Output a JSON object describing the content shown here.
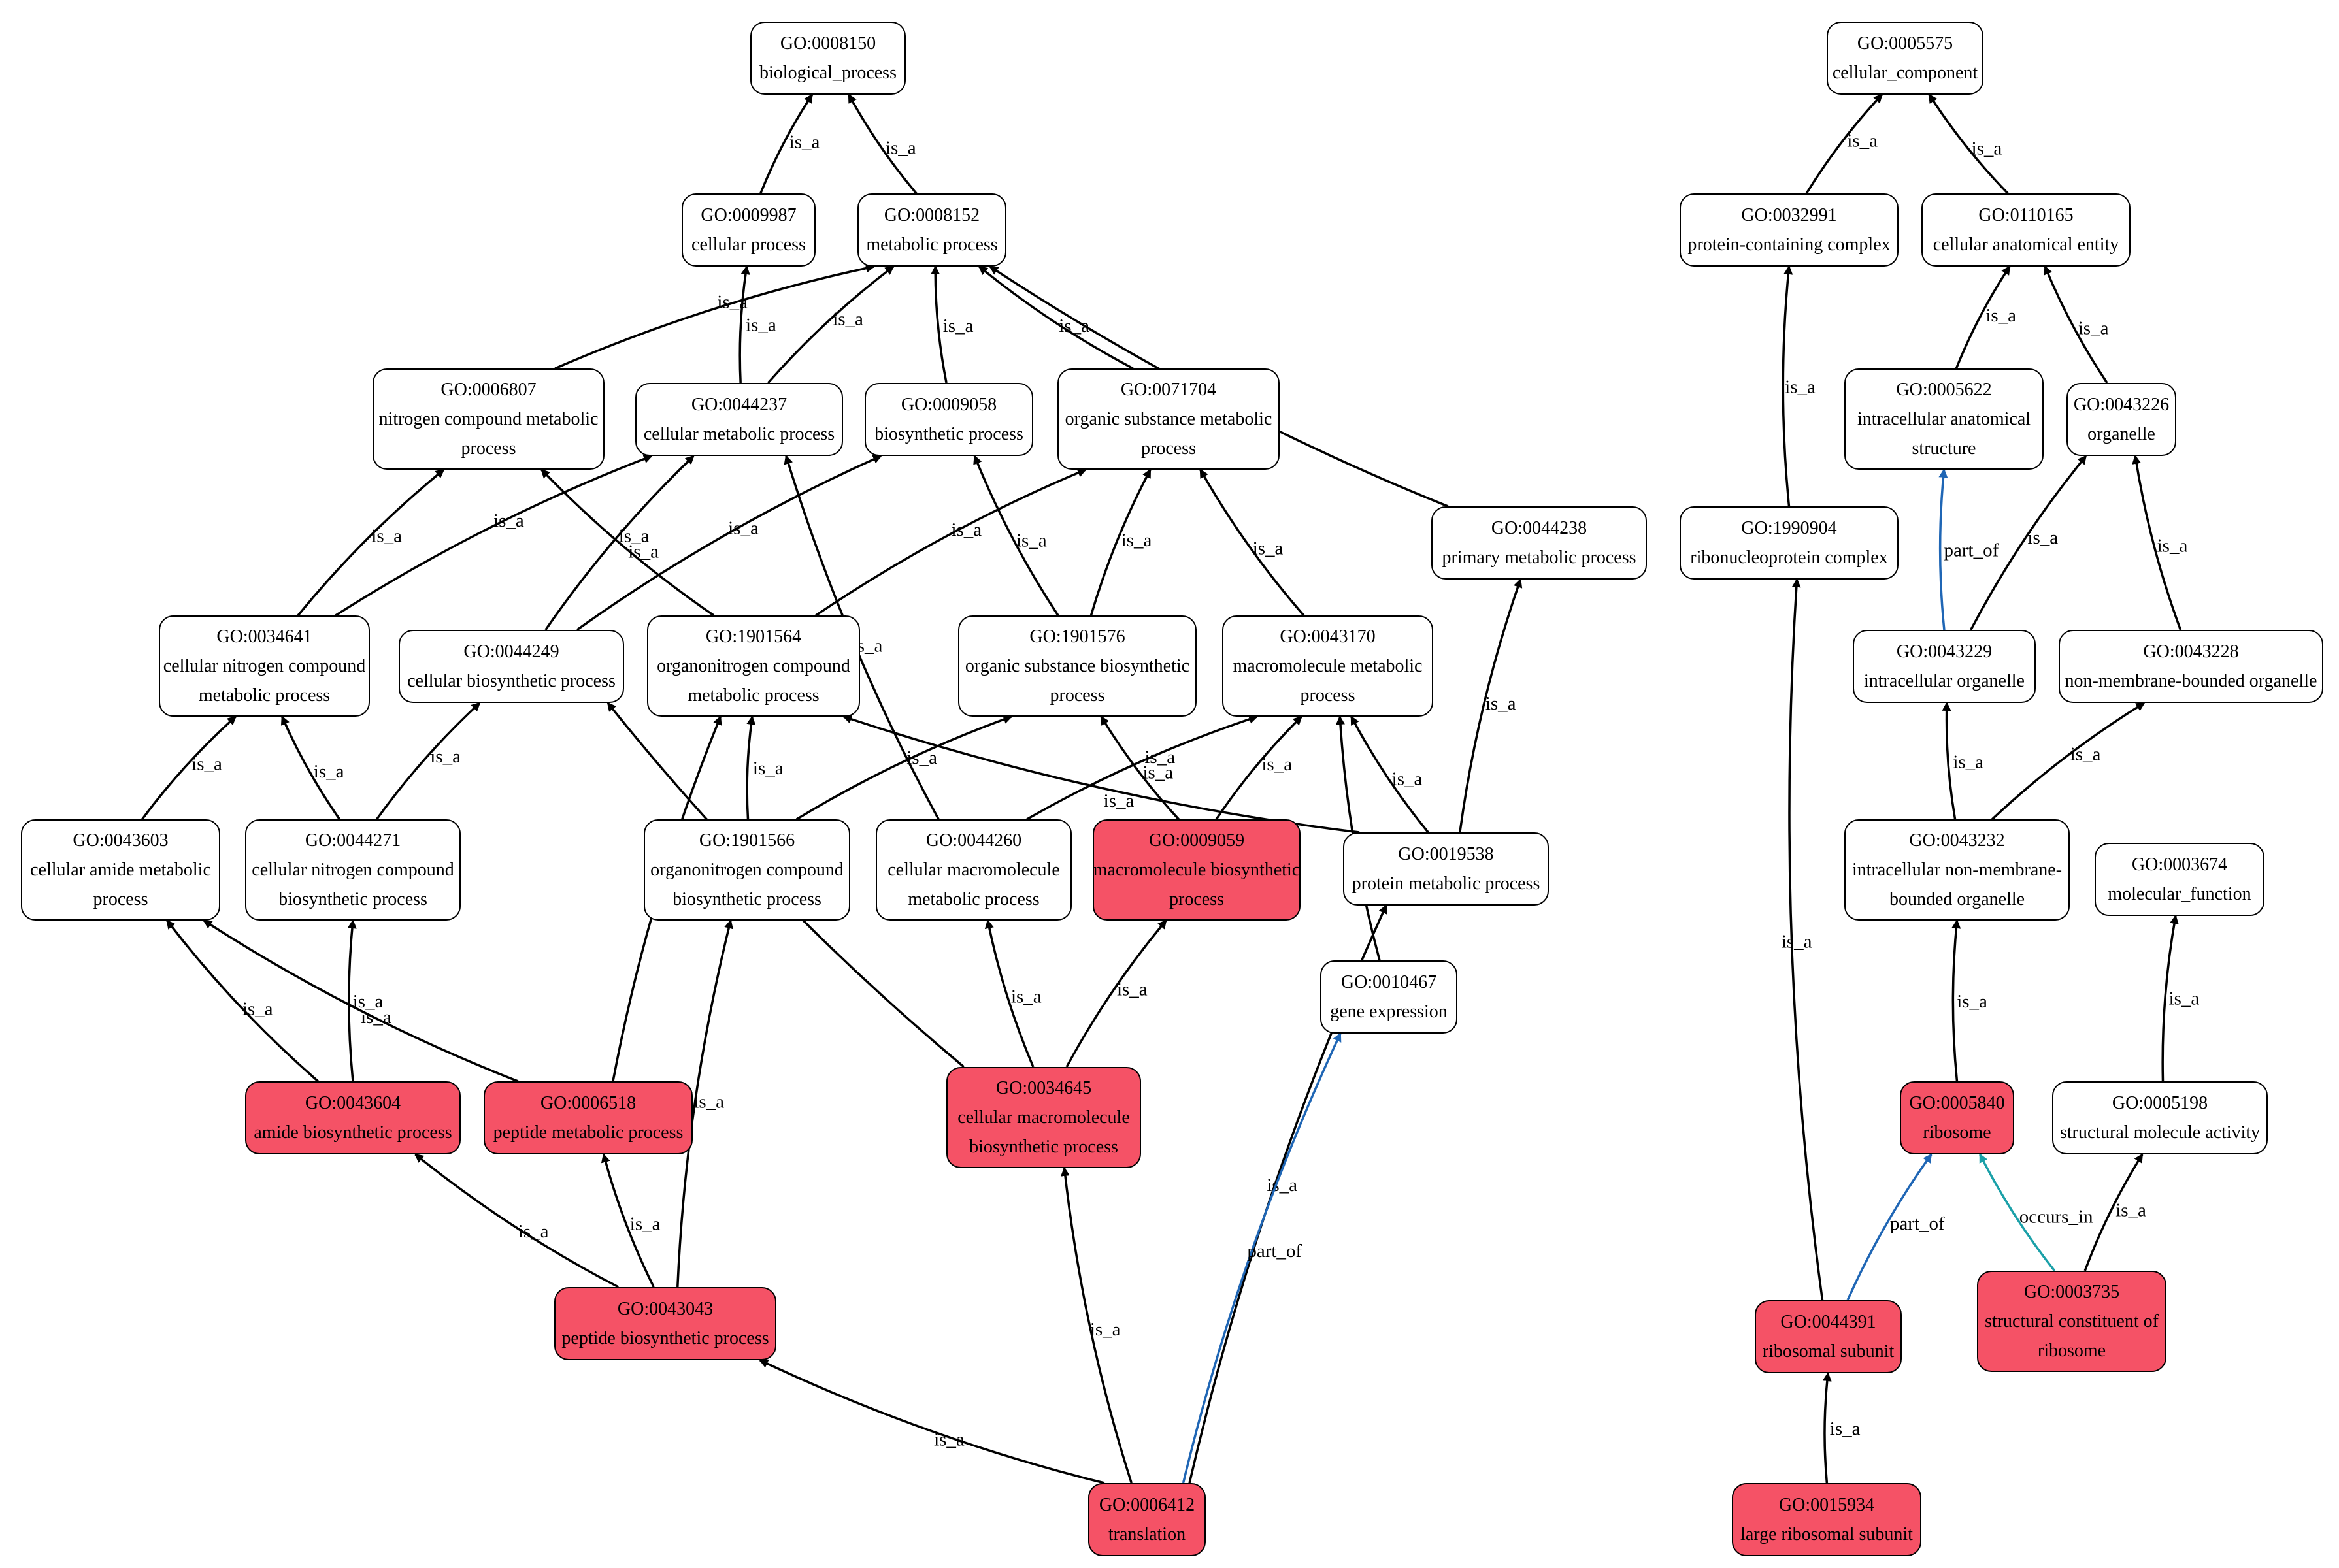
{
  "colors": {
    "highlight": "#f55266",
    "is_a": "#000000",
    "part_of": "#1f66b5",
    "occurs_in": "#1aa0a8"
  },
  "nodes": {
    "n8150": {
      "id": "GO:0008150",
      "name": "biological_process"
    },
    "n9987": {
      "id": "GO:0009987",
      "name": "cellular process"
    },
    "n8152": {
      "id": "GO:0008152",
      "name": "metabolic process"
    },
    "n6807": {
      "id": "GO:0006807",
      "name": "nitrogen compound metabolic",
      "name2": "process"
    },
    "n44237": {
      "id": "GO:0044237",
      "name": "cellular metabolic process"
    },
    "n9058": {
      "id": "GO:0009058",
      "name": "biosynthetic process"
    },
    "n71704": {
      "id": "GO:0071704",
      "name": "organic substance metabolic",
      "name2": "process"
    },
    "n44238": {
      "id": "GO:0044238",
      "name": "primary metabolic process"
    },
    "n34641": {
      "id": "GO:0034641",
      "name": "cellular nitrogen compound",
      "name2": "metabolic process"
    },
    "n44249": {
      "id": "GO:0044249",
      "name": "cellular biosynthetic process"
    },
    "n1901564": {
      "id": "GO:1901564",
      "name": "organonitrogen compound",
      "name2": "metabolic process"
    },
    "n1901576": {
      "id": "GO:1901576",
      "name": "organic substance biosynthetic",
      "name2": "process"
    },
    "n43170": {
      "id": "GO:0043170",
      "name": "macromolecule metabolic",
      "name2": "process"
    },
    "n43603": {
      "id": "GO:0043603",
      "name": "cellular amide metabolic",
      "name2": "process"
    },
    "n44271": {
      "id": "GO:0044271",
      "name": "cellular nitrogen compound",
      "name2": "biosynthetic process"
    },
    "n1901566": {
      "id": "GO:1901566",
      "name": "organonitrogen compound",
      "name2": "biosynthetic process"
    },
    "n44260": {
      "id": "GO:0044260",
      "name": "cellular macromolecule",
      "name2": "metabolic process"
    },
    "n9059": {
      "id": "GO:0009059",
      "name": "macromolecule biosynthetic",
      "name2": "process",
      "highlight": true
    },
    "n19538": {
      "id": "GO:0019538",
      "name": "protein metabolic process"
    },
    "n10467": {
      "id": "GO:0010467",
      "name": "gene expression"
    },
    "n43604": {
      "id": "GO:0043604",
      "name": "amide biosynthetic process",
      "highlight": true
    },
    "n6518": {
      "id": "GO:0006518",
      "name": "peptide metabolic process",
      "highlight": true
    },
    "n34645": {
      "id": "GO:0034645",
      "name": "cellular macromolecule",
      "name2": "biosynthetic process",
      "highlight": true
    },
    "n43043": {
      "id": "GO:0043043",
      "name": "peptide biosynthetic process",
      "highlight": true
    },
    "n6412": {
      "id": "GO:0006412",
      "name": "translation",
      "highlight": true
    },
    "n5575": {
      "id": "GO:0005575",
      "name": "cellular_component"
    },
    "n32991": {
      "id": "GO:0032991",
      "name": "protein-containing complex"
    },
    "n110165": {
      "id": "GO:0110165",
      "name": "cellular anatomical entity"
    },
    "n5622": {
      "id": "GO:0005622",
      "name": "intracellular anatomical",
      "name2": "structure"
    },
    "n43226": {
      "id": "GO:0043226",
      "name": "organelle"
    },
    "n1990904": {
      "id": "GO:1990904",
      "name": "ribonucleoprotein complex"
    },
    "n43229": {
      "id": "GO:0043229",
      "name": "intracellular organelle"
    },
    "n43228": {
      "id": "GO:0043228",
      "name": "non-membrane-bounded organelle"
    },
    "n43232": {
      "id": "GO:0043232",
      "name": "intracellular non-membrane-",
      "name2": "bounded organelle"
    },
    "n3674": {
      "id": "GO:0003674",
      "name": "molecular_function"
    },
    "n5840": {
      "id": "GO:0005840",
      "name": "ribosome",
      "highlight": true
    },
    "n5198": {
      "id": "GO:0005198",
      "name": "structural molecule activity"
    },
    "n44391": {
      "id": "GO:0044391",
      "name": "ribosomal subunit",
      "highlight": true
    },
    "n3735": {
      "id": "GO:0003735",
      "name": "structural constituent of",
      "name2": "ribosome",
      "highlight": true
    },
    "n15934": {
      "id": "GO:0015934",
      "name": "large ribosomal subunit",
      "highlight": true
    }
  },
  "edges": [
    {
      "from": "n9987",
      "to": "n8150",
      "type": "is_a"
    },
    {
      "from": "n8152",
      "to": "n8150",
      "type": "is_a"
    },
    {
      "from": "n6807",
      "to": "n8152",
      "type": "is_a"
    },
    {
      "from": "n44237",
      "to": "n9987",
      "type": "is_a"
    },
    {
      "from": "n44237",
      "to": "n8152",
      "type": "is_a"
    },
    {
      "from": "n9058",
      "to": "n8152",
      "type": "is_a"
    },
    {
      "from": "n71704",
      "to": "n8152",
      "type": "is_a"
    },
    {
      "from": "n44238",
      "to": "n8152",
      "type": "is_a"
    },
    {
      "from": "n34641",
      "to": "n6807",
      "type": "is_a"
    },
    {
      "from": "n34641",
      "to": "n44237",
      "type": "is_a"
    },
    {
      "from": "n44249",
      "to": "n44237",
      "type": "is_a"
    },
    {
      "from": "n1901564",
      "to": "n6807",
      "type": "is_a"
    },
    {
      "from": "n44249",
      "to": "n9058",
      "type": "is_a"
    },
    {
      "from": "n1901564",
      "to": "n71704",
      "type": "is_a"
    },
    {
      "from": "n1901576",
      "to": "n9058",
      "type": "is_a"
    },
    {
      "from": "n1901576",
      "to": "n71704",
      "type": "is_a"
    },
    {
      "from": "n43170",
      "to": "n71704",
      "type": "is_a"
    },
    {
      "from": "n44260",
      "to": "n44237",
      "type": "is_a"
    },
    {
      "from": "n43603",
      "to": "n34641",
      "type": "is_a"
    },
    {
      "from": "n44271",
      "to": "n34641",
      "type": "is_a"
    },
    {
      "from": "n44271",
      "to": "n44249",
      "type": "is_a"
    },
    {
      "from": "n1901566",
      "to": "n1901564",
      "type": "is_a"
    },
    {
      "from": "n1901566",
      "to": "n1901576",
      "type": "is_a"
    },
    {
      "from": "n44260",
      "to": "n43170",
      "type": "is_a"
    },
    {
      "from": "n9059",
      "to": "n1901576",
      "type": "is_a"
    },
    {
      "from": "n9059",
      "to": "n43170",
      "type": "is_a"
    },
    {
      "from": "n19538",
      "to": "n1901564",
      "type": "is_a"
    },
    {
      "from": "n19538",
      "to": "n43170",
      "type": "is_a"
    },
    {
      "from": "n19538",
      "to": "n44238",
      "type": "is_a"
    },
    {
      "from": "n10467",
      "to": "n43170",
      "type": "is_a"
    },
    {
      "from": "n43604",
      "to": "n43603",
      "type": "is_a"
    },
    {
      "from": "n43604",
      "to": "n44271",
      "type": "is_a"
    },
    {
      "from": "n6518",
      "to": "n43603",
      "type": "is_a"
    },
    {
      "from": "n6518",
      "to": "n1901564",
      "type": "is_a"
    },
    {
      "from": "n34645",
      "to": "n44249",
      "type": "is_a"
    },
    {
      "from": "n34645",
      "to": "n44260",
      "type": "is_a"
    },
    {
      "from": "n34645",
      "to": "n9059",
      "type": "is_a"
    },
    {
      "from": "n43043",
      "to": "n43604",
      "type": "is_a"
    },
    {
      "from": "n43043",
      "to": "n6518",
      "type": "is_a"
    },
    {
      "from": "n43043",
      "to": "n1901566",
      "type": "is_a"
    },
    {
      "from": "n6412",
      "to": "n43043",
      "type": "is_a"
    },
    {
      "from": "n6412",
      "to": "n34645",
      "type": "is_a"
    },
    {
      "from": "n6412",
      "to": "n19538",
      "type": "is_a"
    },
    {
      "from": "n6412",
      "to": "n10467",
      "type": "part_of"
    },
    {
      "from": "n32991",
      "to": "n5575",
      "type": "is_a"
    },
    {
      "from": "n110165",
      "to": "n5575",
      "type": "is_a"
    },
    {
      "from": "n1990904",
      "to": "n32991",
      "type": "is_a"
    },
    {
      "from": "n5622",
      "to": "n110165",
      "type": "is_a"
    },
    {
      "from": "n43226",
      "to": "n110165",
      "type": "is_a"
    },
    {
      "from": "n43229",
      "to": "n5622",
      "type": "part_of"
    },
    {
      "from": "n43229",
      "to": "n43226",
      "type": "is_a"
    },
    {
      "from": "n43228",
      "to": "n43226",
      "type": "is_a"
    },
    {
      "from": "n43232",
      "to": "n43229",
      "type": "is_a"
    },
    {
      "from": "n43232",
      "to": "n43228",
      "type": "is_a"
    },
    {
      "from": "n5840",
      "to": "n43232",
      "type": "is_a"
    },
    {
      "from": "n44391",
      "to": "n1990904",
      "type": "is_a"
    },
    {
      "from": "n44391",
      "to": "n5840",
      "type": "part_of"
    },
    {
      "from": "n3735",
      "to": "n5840",
      "type": "occurs_in"
    },
    {
      "from": "n3735",
      "to": "n5198",
      "type": "is_a"
    },
    {
      "from": "n5198",
      "to": "n3674",
      "type": "is_a"
    },
    {
      "from": "n15934",
      "to": "n44391",
      "type": "is_a"
    }
  ]
}
